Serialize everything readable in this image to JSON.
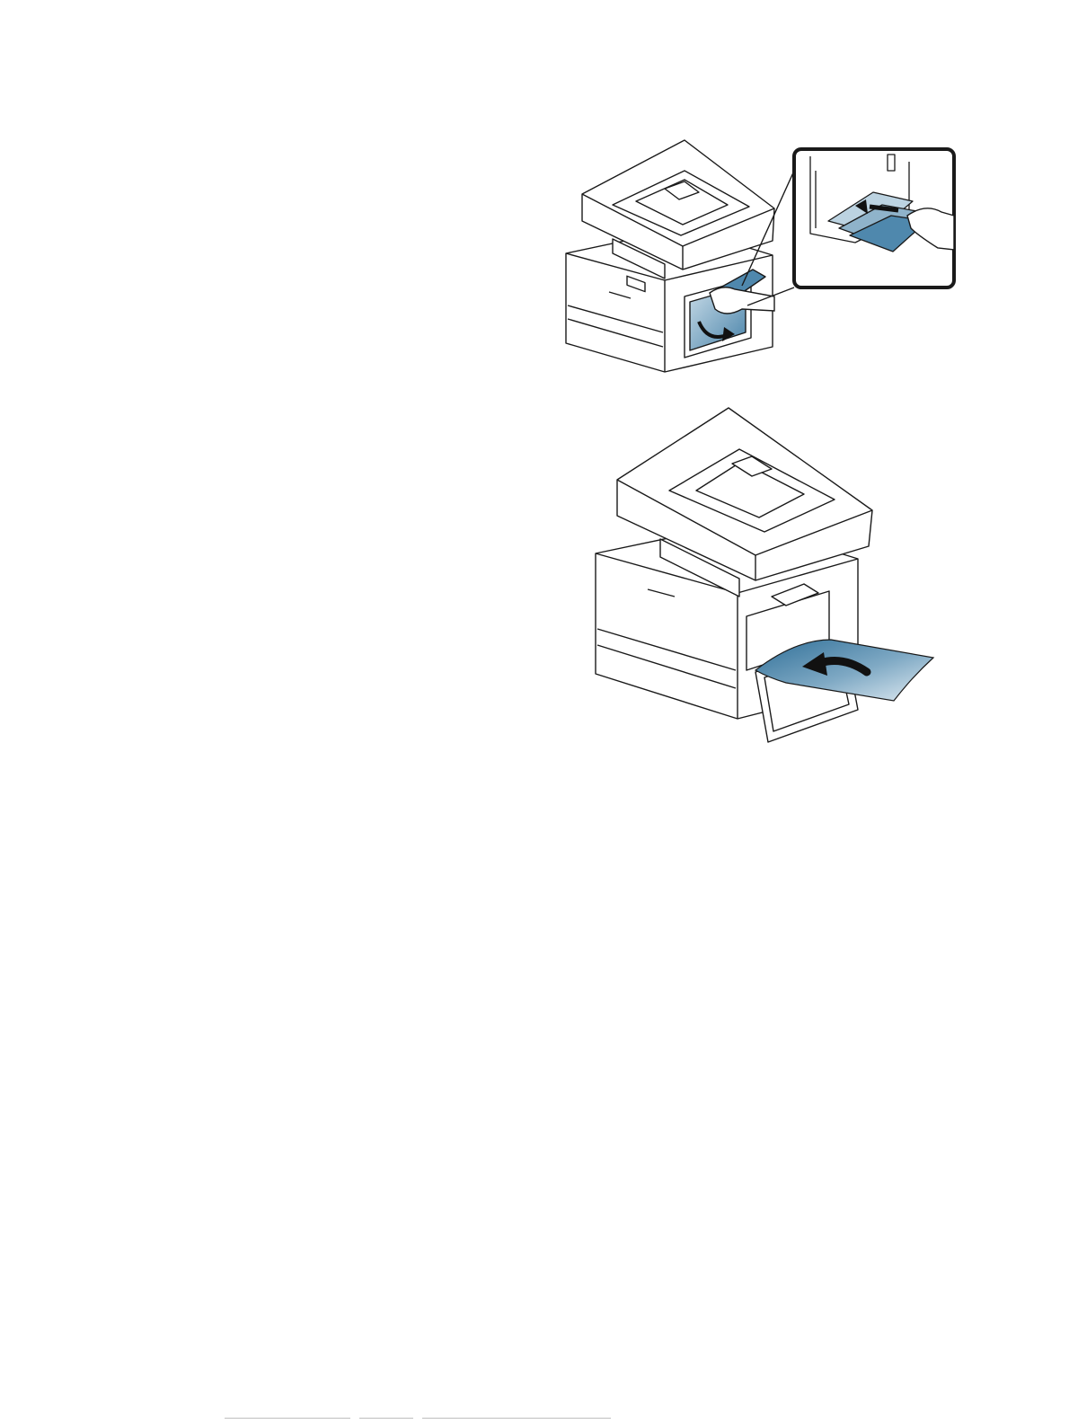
{
  "page": {
    "background": "#ffffff"
  },
  "illustrations": [
    {
      "id": "open-mp-tray",
      "icon": "printer-open-multipurpose-tray-illustration",
      "inset": "pull-out-tray-extension-inset"
    },
    {
      "id": "insert-paper",
      "icon": "printer-insert-paper-illustration"
    }
  ],
  "colors": {
    "line": "#1a1a1a",
    "highlight": "#4f88ad",
    "highlight_light": "#bcd3e1",
    "arrow": "#111111"
  }
}
